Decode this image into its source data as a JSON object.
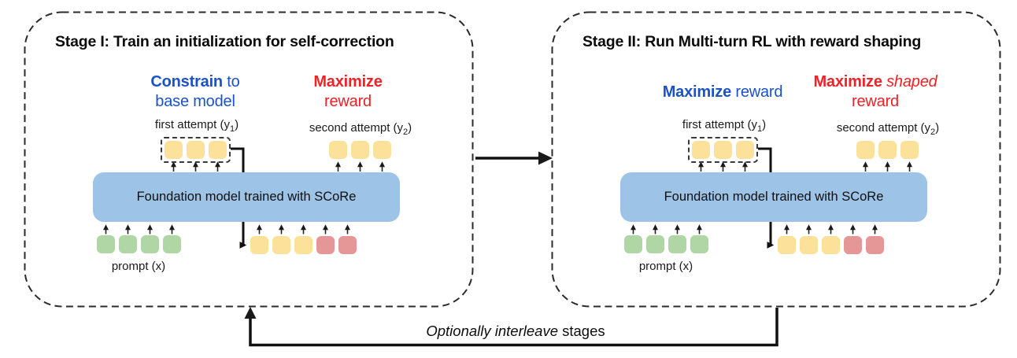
{
  "colors": {
    "blue_text": "#1B52C5",
    "red_text": "#EE2227",
    "model_box": "#9DC3E6",
    "token_yellow": "#FBE19A",
    "token_red": "#E59798",
    "token_green": "#AFD6A4"
  },
  "stages": [
    {
      "title": "Stage I: Train an initialization for self-correction",
      "left_objective": {
        "bold": "Constrain",
        "italic": "",
        "rest": " to",
        "line2": "base model"
      },
      "right_objective": {
        "bold": "Maximize",
        "italic": "",
        "rest": "",
        "line2": "reward"
      },
      "first_attempt_label": {
        "text": "first attempt (y",
        "sub": "1",
        "close": ")"
      },
      "second_attempt_label": {
        "text": "second attempt (y",
        "sub": "2",
        "close": ")"
      },
      "model_label": "Foundation model trained with SCoRe",
      "prompt_label": "prompt (x)",
      "first_attempt_tokens": [
        "yellow",
        "yellow",
        "yellow"
      ],
      "second_attempt_tokens": [
        "yellow",
        "yellow",
        "yellow"
      ],
      "prompt_tokens": [
        "green",
        "green",
        "green",
        "green"
      ],
      "input_tokens": [
        "yellow",
        "yellow",
        "yellow",
        "red",
        "red"
      ]
    },
    {
      "title": "Stage II: Run Multi-turn RL with reward shaping",
      "left_objective": {
        "bold": "Maximize",
        "italic": "",
        "rest": " reward",
        "line2": ""
      },
      "right_objective": {
        "bold": "Maximize",
        "italic": " shaped",
        "rest": "",
        "line2": "reward"
      },
      "first_attempt_label": {
        "text": "first attempt (y",
        "sub": "1",
        "close": ")"
      },
      "second_attempt_label": {
        "text": "second attempt (y",
        "sub": "2",
        "close": ")"
      },
      "model_label": "Foundation model trained with SCoRe",
      "prompt_label": "prompt (x)",
      "first_attempt_tokens": [
        "yellow",
        "yellow",
        "yellow"
      ],
      "second_attempt_tokens": [
        "yellow",
        "yellow",
        "yellow"
      ],
      "prompt_tokens": [
        "green",
        "green",
        "green",
        "green"
      ],
      "input_tokens": [
        "yellow",
        "yellow",
        "yellow",
        "red",
        "red"
      ]
    }
  ],
  "footer": {
    "italic": "Optionally interleave",
    "rest": " stages"
  }
}
